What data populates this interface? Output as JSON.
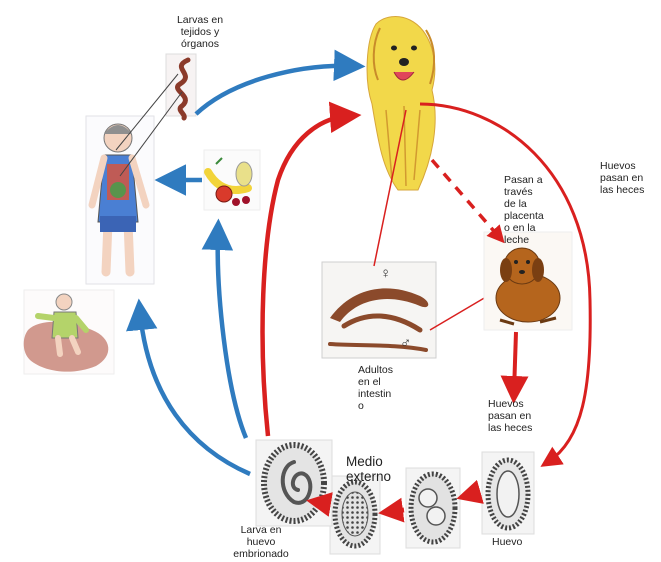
{
  "labels": {
    "larvae_tissues": "Larvas en\ntejidos y\nórganos",
    "eggs_feces_dog": "Huevos\npasan en\nlas heces",
    "placenta_milk": "Pasan a\ntravés\nde la\nplacenta\no en la\nleche",
    "adults_intestine": "Adultos\nen el\nintestin\no",
    "eggs_feces_puppy": "Huevos\npasan en\nlas heces",
    "external_medium": "Medio\nexterno",
    "egg": "Huevo",
    "larva_egg": "Larva en\nhuevo\nembrionado",
    "female_symbol": "♀",
    "male_symbol": "♂"
  },
  "colors": {
    "blue_arrow": "#2f7bbf",
    "red_arrow": "#d9201f",
    "dog_yellow": "#f2d84a",
    "puppy_brown": "#b5651d",
    "worm": "#8b4a2b"
  }
}
